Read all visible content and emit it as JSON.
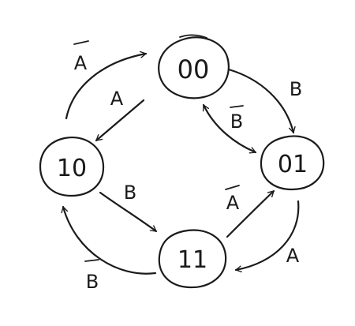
{
  "diagram": {
    "states": [
      {
        "id": "s00",
        "label": "00"
      },
      {
        "id": "s01",
        "label": "01"
      },
      {
        "id": "s10",
        "label": "10"
      },
      {
        "id": "s11",
        "label": "11"
      }
    ],
    "transitions": [
      {
        "id": "t10-00",
        "from": "10",
        "to": "00",
        "label": "A",
        "overbar": true
      },
      {
        "id": "t00-10",
        "from": "00",
        "to": "10",
        "label": "A",
        "overbar": false
      },
      {
        "id": "t00-01",
        "from": "00",
        "to": "01",
        "label": "B",
        "overbar": false
      },
      {
        "id": "t01-00",
        "from": "01",
        "to": "00",
        "label": "B",
        "overbar": true
      },
      {
        "id": "t10-11",
        "from": "10",
        "to": "11",
        "label": "B",
        "overbar": false
      },
      {
        "id": "t11-10",
        "from": "11",
        "to": "10",
        "label": "B",
        "overbar": true
      },
      {
        "id": "t11-01",
        "from": "11",
        "to": "01",
        "label": "A",
        "overbar": true
      },
      {
        "id": "t01-11",
        "from": "01",
        "to": "11",
        "label": "A",
        "overbar": false
      }
    ]
  }
}
